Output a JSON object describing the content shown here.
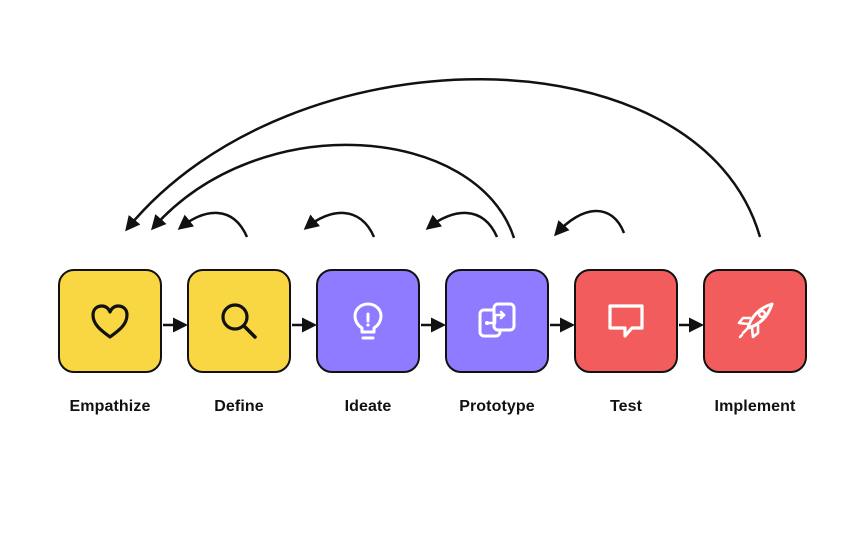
{
  "colors": {
    "yellow": "#F9D742",
    "purple": "#8F7BFF",
    "red": "#F25C5C",
    "stroke": "#111111"
  },
  "stages": [
    {
      "label": "Empathize",
      "icon": "heart-icon",
      "color": "#F9D742"
    },
    {
      "label": "Define",
      "icon": "magnifier-icon",
      "color": "#F9D742"
    },
    {
      "label": "Ideate",
      "icon": "lightbulb-icon",
      "color": "#8F7BFF"
    },
    {
      "label": "Prototype",
      "icon": "prototype-cards-icon",
      "color": "#8F7BFF"
    },
    {
      "label": "Test",
      "icon": "chat-bubble-icon",
      "color": "#F25C5C"
    },
    {
      "label": "Implement",
      "icon": "rocket-icon",
      "color": "#F25C5C"
    }
  ]
}
